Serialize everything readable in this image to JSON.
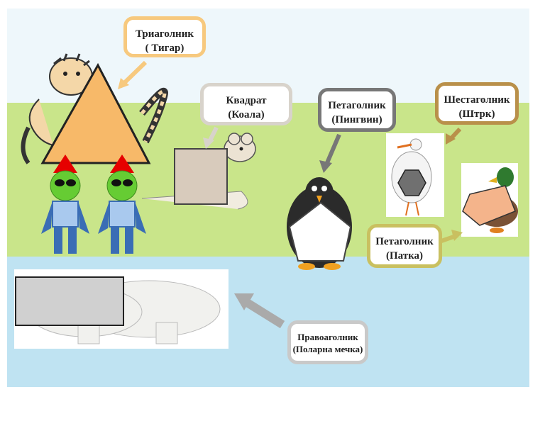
{
  "labels": {
    "triangle": {
      "shape": "Триаголник",
      "animal": "( Тигар)"
    },
    "square": {
      "shape": "Квадрат",
      "animal": "(Коала)"
    },
    "pentagon_penguin": {
      "shape": "Петаголник",
      "animal": "(Пингвин)"
    },
    "hexagon": {
      "shape": "Шестаголник",
      "animal": "(Штрк)"
    },
    "pentagon_duck": {
      "shape": "Петаголник",
      "animal": "(Патка)"
    },
    "rectangle": {
      "shape": "Правоаголник",
      "animal": "(Поларна мечка)"
    }
  },
  "colors": {
    "sky": "#eaf5fb",
    "grass": "#c9e58a",
    "water": "#bfe3f2",
    "triangle": "#f7b969",
    "square": "#d8cbbc",
    "pentagon": "#ffffff",
    "hexagon": "#707070",
    "duck_pentagon": "#f4b48b",
    "rectangle": "#d0d0d0",
    "robot_body": "#a9c9ee",
    "robot_hat": "#e60000",
    "robot_head": "#66cc33"
  }
}
